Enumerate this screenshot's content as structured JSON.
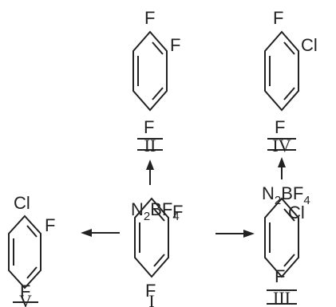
{
  "compounds": [
    {
      "id": "I",
      "numeral": "I",
      "substituents": {
        "top": "N2BF4",
        "ortho": "F",
        "bottom": "F"
      }
    },
    {
      "id": "II",
      "numeral": "II",
      "substituents": {
        "top": "F",
        "ortho": "F",
        "bottom": "F"
      }
    },
    {
      "id": "III",
      "numeral": "III",
      "substituents": {
        "top": "N2BF4",
        "ortho": "Cl",
        "bottom": "F"
      }
    },
    {
      "id": "IV",
      "numeral": "IV",
      "substituents": {
        "top": "F",
        "ortho": "Cl",
        "bottom": "F"
      }
    },
    {
      "id": "V",
      "numeral": "V",
      "substituents": {
        "top": "Cl",
        "ortho": "F",
        "bottom": "F"
      }
    }
  ],
  "labels": {
    "f": "F",
    "cl": "Cl",
    "n": "N",
    "n_sub": "2",
    "bf": "BF",
    "bf_sub": "4"
  }
}
